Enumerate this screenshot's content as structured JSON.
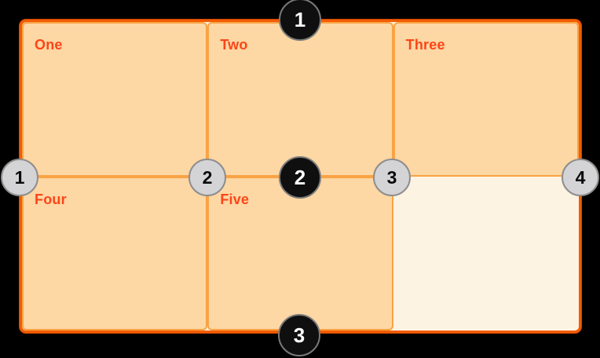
{
  "theme": {
    "canvas-bg": "#000000",
    "container-border": "#f25c03",
    "container-edge": "#cf4a00",
    "container-bg": "#fdf3e3",
    "cell-fill": "#fdd7a4",
    "cell-border": "#f9a344",
    "label-color": "#fb4617",
    "row-badge-bg": "#0f0f0f",
    "row-badge-ring": "#7a7a7a",
    "row-badge-text": "#ffffff",
    "col-badge-bg": "#d4d4d6",
    "col-badge-ring": "#8e8e8e",
    "col-badge-text": "#0a0a0a"
  },
  "grid": {
    "columns": 3,
    "rows": 2,
    "cells": [
      {
        "label": "One"
      },
      {
        "label": "Two"
      },
      {
        "label": "Three"
      },
      {
        "label": "Four"
      },
      {
        "label": "Five"
      },
      {
        "label": ""
      }
    ]
  },
  "row_line_badges": [
    {
      "number": "1"
    },
    {
      "number": "2"
    },
    {
      "number": "3"
    }
  ],
  "column_line_badges": [
    {
      "number": "1"
    },
    {
      "number": "2"
    },
    {
      "number": "3"
    },
    {
      "number": "4"
    }
  ]
}
